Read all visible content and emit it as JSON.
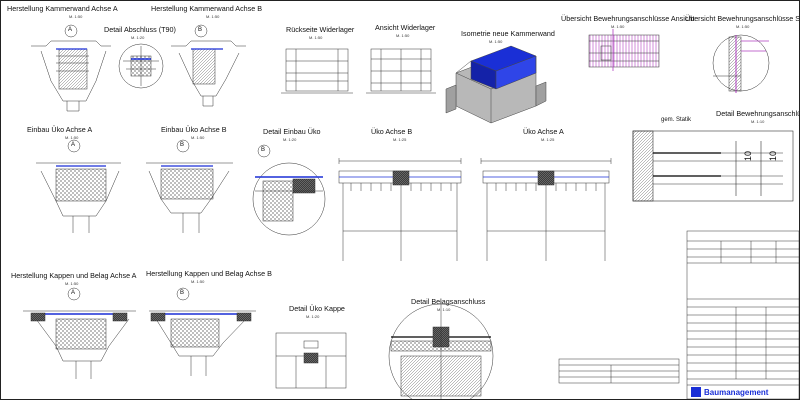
{
  "views": {
    "kammerwand_a": {
      "title": "Herstellung Kammerwand Achse A",
      "scale": "M. 1:50",
      "axis": "A"
    },
    "kammerwand_b": {
      "title": "Herstellung Kammerwand Achse B",
      "scale": "M. 1:50",
      "axis": "B"
    },
    "detail_abschluss": {
      "title": "Detail Abschluss (T90)",
      "scale": "M. 1:20"
    },
    "rueckseite": {
      "title": "Rückseite Widerlager",
      "scale": "M. 1:50"
    },
    "ansicht": {
      "title": "Ansicht Widerlager",
      "scale": "M. 1:50"
    },
    "isometrie": {
      "title": "Isometrie neue Kammerwand",
      "scale": "M. 1:50"
    },
    "bewehrung_ansicht": {
      "title": "Übersicht Bewehrungsanschlüsse Ansicht",
      "scale": "M. 1:50"
    },
    "bewehrung_schnitt": {
      "title": "Übersicht Bewehrungsanschlüsse Schnitt",
      "scale": "M. 1:50"
    },
    "detail_bewehrung": {
      "title": "Detail Bewehrungsanschlüsse",
      "scale": "M. 1:10",
      "label_statik": "gem. Statik",
      "dim": "10"
    },
    "einbau_a": {
      "title": "Einbau Üko Achse A",
      "scale": "M. 1:50",
      "axis": "A"
    },
    "einbau_b": {
      "title": "Einbau Üko Achse B",
      "scale": "M. 1:50",
      "axis": "B"
    },
    "detail_einbau": {
      "title": "Detail Einbau Üko",
      "scale": "M. 1:20",
      "axis": "B"
    },
    "ueko_b": {
      "title": "Üko Achse B",
      "scale": "M. 1:25"
    },
    "ueko_a": {
      "title": "Üko Achse A",
      "scale": "M. 1:25"
    },
    "kappen_a": {
      "title": "Herstellung Kappen und Belag Achse A",
      "scale": "M. 1:50",
      "axis": "A"
    },
    "kappen_b": {
      "title": "Herstellung Kappen und Belag Achse B",
      "scale": "M. 1:50",
      "axis": "B"
    },
    "detail_kappe": {
      "title": "Detail Üko Kappe",
      "scale": "M. 1:20"
    },
    "detail_belag": {
      "title": "Detail Belagsanschluss",
      "scale": "M. 1:10"
    }
  },
  "title_block": {
    "logo_text": "Baumanagement"
  },
  "colors": {
    "line": "#333333",
    "accent_blue": "#1a2fd6",
    "magenta": "#b040c0",
    "concrete": "#9a9a9a"
  }
}
